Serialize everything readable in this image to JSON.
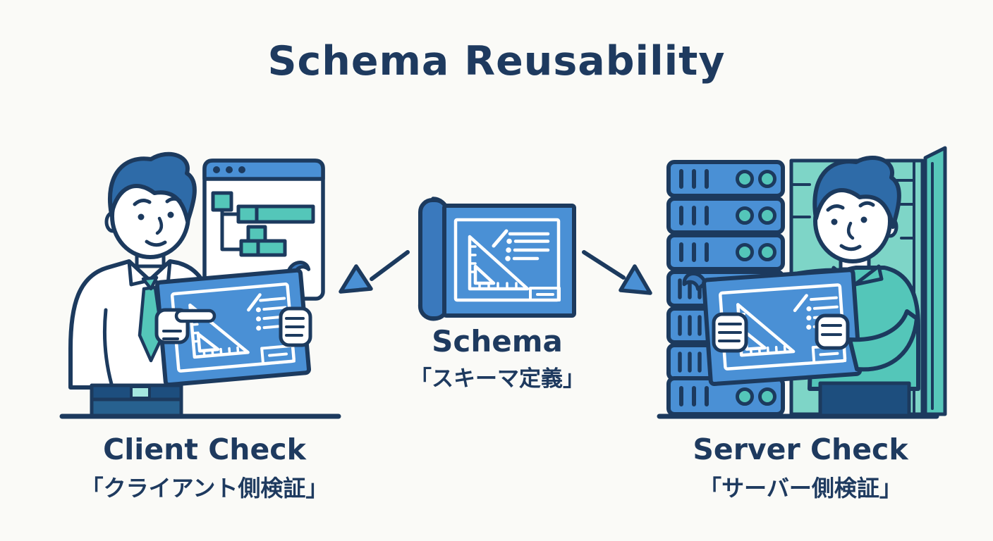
{
  "title": "Schema Reusability",
  "schema": {
    "label": "Schema",
    "label_jp": "「スキーマ定義」"
  },
  "client": {
    "label": "Client Check",
    "label_jp": "「クライアント側検証」"
  },
  "server": {
    "label": "Server Check",
    "label_jp": "「サーバー側検証」"
  },
  "colors": {
    "background": "#fafaf7",
    "text_navy": "#1e3a5f",
    "outline_navy": "#1c3a5e",
    "blue": "#4a90d5",
    "hair_blue": "#2e6ba8",
    "teal": "#54c6b9",
    "panel_teal": "#7ed5c7",
    "door_teal": "#57c7ba",
    "dark_blue": "#1d4e7e",
    "mid_blue": "#27618f",
    "roll_blue": "#3a79bd",
    "buckle_teal": "#a5e8e0"
  },
  "icons": {
    "left": [
      "browser-window-icon",
      "ui-tree-icon",
      "client-developer-figure",
      "blueprint-sheet-icon",
      "pointing-hand-icon"
    ],
    "center": [
      "blueprint-scroll-icon"
    ],
    "arrows": [
      "arrow-left-icon",
      "arrow-right-icon"
    ],
    "right": [
      "server-rack-icon",
      "server-room-panel-icon",
      "server-developer-figure",
      "blueprint-sheet-icon"
    ]
  }
}
